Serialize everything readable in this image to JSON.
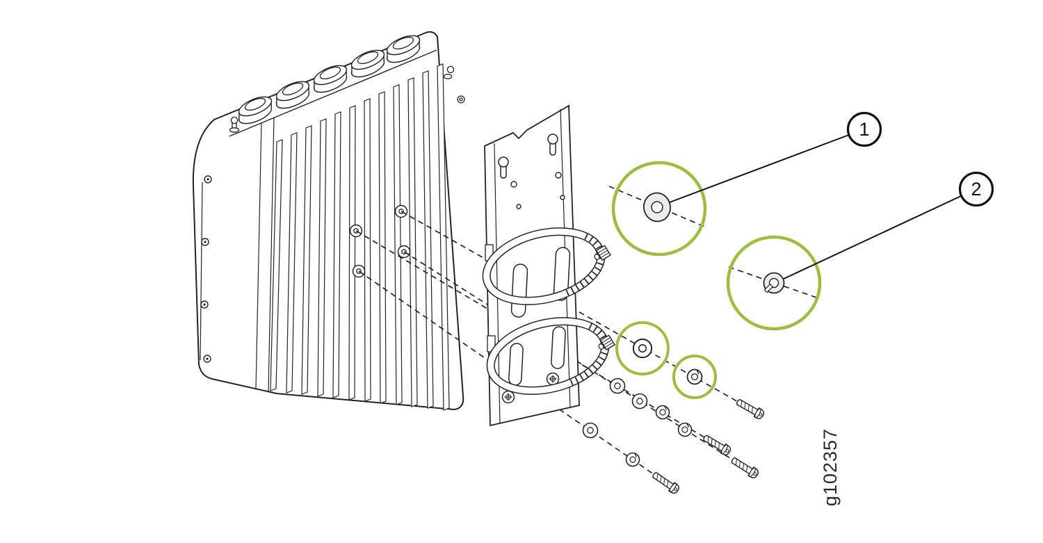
{
  "figure": {
    "code": "g102357"
  },
  "callouts": [
    {
      "number": "1",
      "part": "flat-washer"
    },
    {
      "number": "2",
      "part": "split-lock-washer"
    }
  ],
  "colors": {
    "accent_green": "#9CBE3E",
    "line": "#1a1a1a",
    "background": "#ffffff"
  }
}
